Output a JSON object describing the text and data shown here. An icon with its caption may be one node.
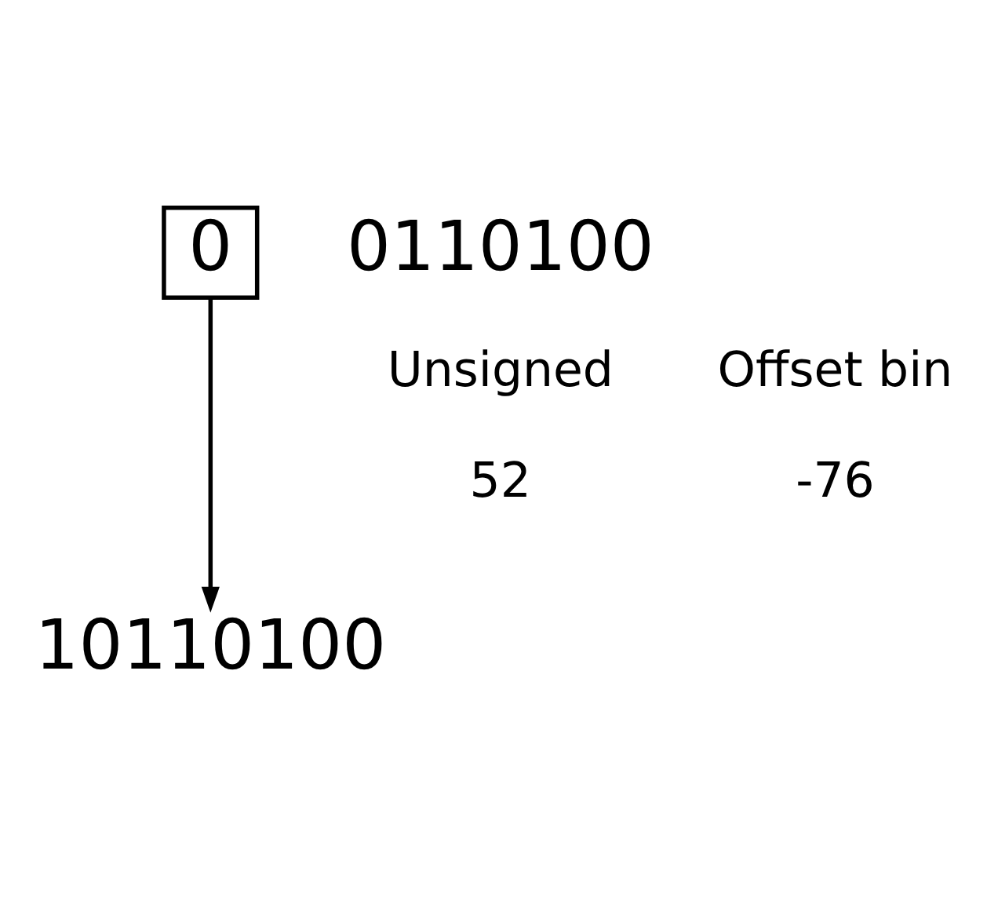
{
  "diagram": {
    "nodes": [
      {
        "text": [
          "0"
        ]
      },
      {
        "text": [
          "10110100"
        ]
      }
    ],
    "edges": [
      {
        "from": 0,
        "to": 1,
        "arrow": "to"
      }
    ],
    "labels": [
      "0110100",
      "Unsigned",
      "52",
      "Offset bin",
      "-76"
    ]
  }
}
